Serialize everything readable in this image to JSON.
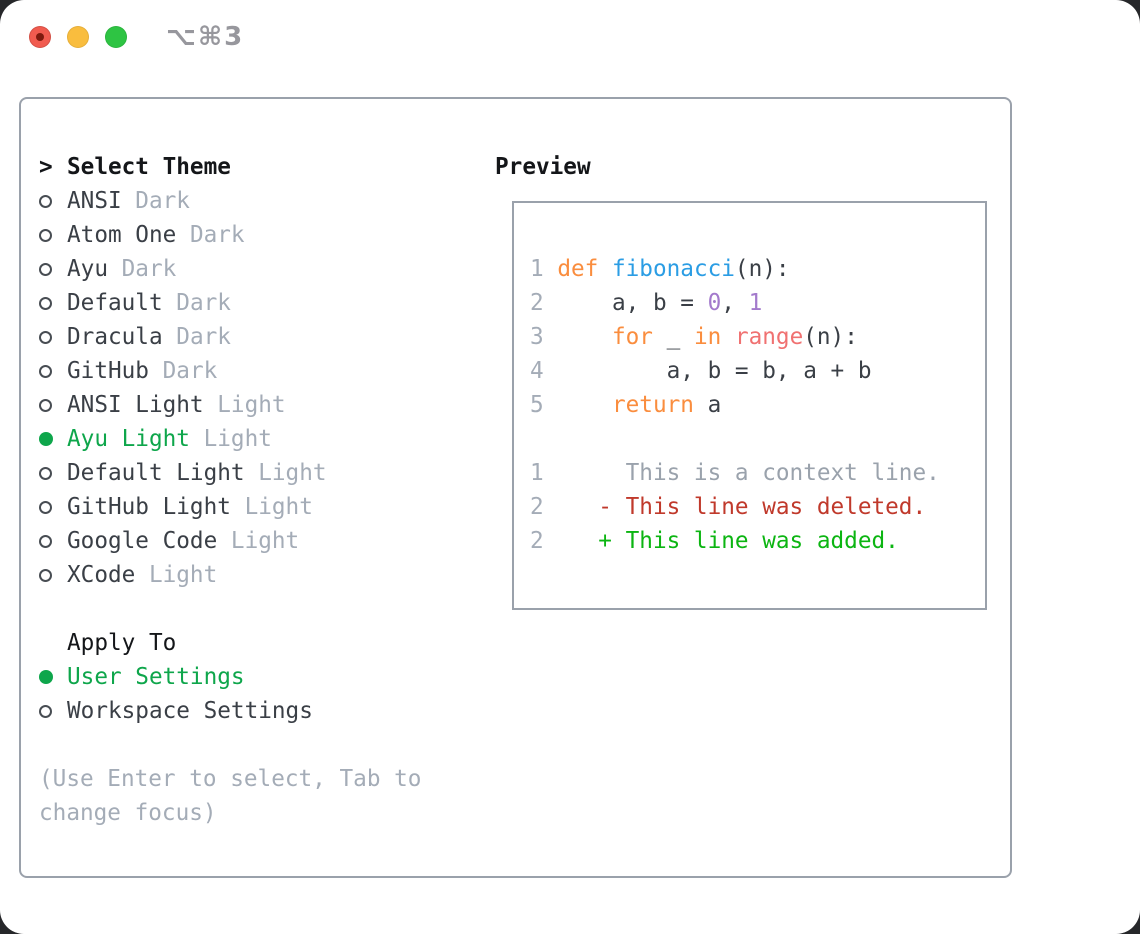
{
  "titlebar": {
    "hotkey": "⌥⌘3"
  },
  "colors": {
    "page_bg": "#26272a",
    "window_bg": "#ffffff",
    "panel_border": "#9aa1ab",
    "heading": "#141619",
    "fg": "#3a3f46",
    "muted": "#a4acb7",
    "selected": "#0ea64b",
    "keyword": "#fa8d3e",
    "function": "#2b9de4",
    "number": "#a37acc",
    "call": "#f07171",
    "context": "#9aa2ac",
    "deleted": "#c0392b",
    "added": "#0cb512",
    "hotkey": "#97979d",
    "traffic_red": "#f15b4f",
    "traffic_red_dot": "#7e1a0e",
    "traffic_yellow": "#f9bd3e",
    "traffic_green": "#2ec443"
  },
  "sidebar": {
    "prompt": ">",
    "title": "Select Theme",
    "themes": [
      {
        "name": "ANSI",
        "variant": "Dark",
        "selected": false
      },
      {
        "name": "Atom One",
        "variant": "Dark",
        "selected": false
      },
      {
        "name": "Ayu",
        "variant": "Dark",
        "selected": false
      },
      {
        "name": "Default",
        "variant": "Dark",
        "selected": false
      },
      {
        "name": "Dracula",
        "variant": "Dark",
        "selected": false
      },
      {
        "name": "GitHub",
        "variant": "Dark",
        "selected": false
      },
      {
        "name": "ANSI Light",
        "variant": "Light",
        "selected": false
      },
      {
        "name": "Ayu Light",
        "variant": "Light",
        "selected": true
      },
      {
        "name": "Default Light",
        "variant": "Light",
        "selected": false
      },
      {
        "name": "GitHub Light",
        "variant": "Light",
        "selected": false
      },
      {
        "name": "Google Code",
        "variant": "Light",
        "selected": false
      },
      {
        "name": "XCode",
        "variant": "Light",
        "selected": false
      }
    ],
    "apply_to": {
      "label": "Apply To",
      "options": [
        {
          "name": "User Settings",
          "selected": true
        },
        {
          "name": "Workspace Settings",
          "selected": false
        }
      ]
    },
    "hint_lines": [
      "(Use Enter to select, Tab to",
      "change focus)"
    ]
  },
  "preview": {
    "title": "Preview",
    "lines": [
      {
        "no": "1",
        "segments": [
          {
            "t": "def",
            "c": "kw"
          },
          {
            "t": " ",
            "c": "fg"
          },
          {
            "t": "fibonacci",
            "c": "fn"
          },
          {
            "t": "(n):",
            "c": "fg"
          }
        ]
      },
      {
        "no": "2",
        "segments": [
          {
            "t": "    a, b = ",
            "c": "fg"
          },
          {
            "t": "0",
            "c": "num"
          },
          {
            "t": ", ",
            "c": "fg"
          },
          {
            "t": "1",
            "c": "num"
          }
        ]
      },
      {
        "no": "3",
        "segments": [
          {
            "t": "    ",
            "c": "fg"
          },
          {
            "t": "for",
            "c": "kw"
          },
          {
            "t": " _ ",
            "c": "fg"
          },
          {
            "t": "in",
            "c": "kw"
          },
          {
            "t": " ",
            "c": "fg"
          },
          {
            "t": "range",
            "c": "call"
          },
          {
            "t": "(n):",
            "c": "fg"
          }
        ]
      },
      {
        "no": "4",
        "segments": [
          {
            "t": "        a, b = b, a + b",
            "c": "fg"
          }
        ]
      },
      {
        "no": "5",
        "segments": [
          {
            "t": "    ",
            "c": "fg"
          },
          {
            "t": "return",
            "c": "kw"
          },
          {
            "t": " a",
            "c": "fg"
          }
        ]
      },
      {
        "no": "",
        "segments": []
      },
      {
        "no": "1",
        "segments": [
          {
            "t": "     This is a context line.",
            "c": "ctx"
          }
        ]
      },
      {
        "no": "2",
        "segments": [
          {
            "t": "   - This line was deleted.",
            "c": "del"
          }
        ]
      },
      {
        "no": "2",
        "segments": [
          {
            "t": "   + This line was added.",
            "c": "add"
          }
        ]
      }
    ]
  }
}
